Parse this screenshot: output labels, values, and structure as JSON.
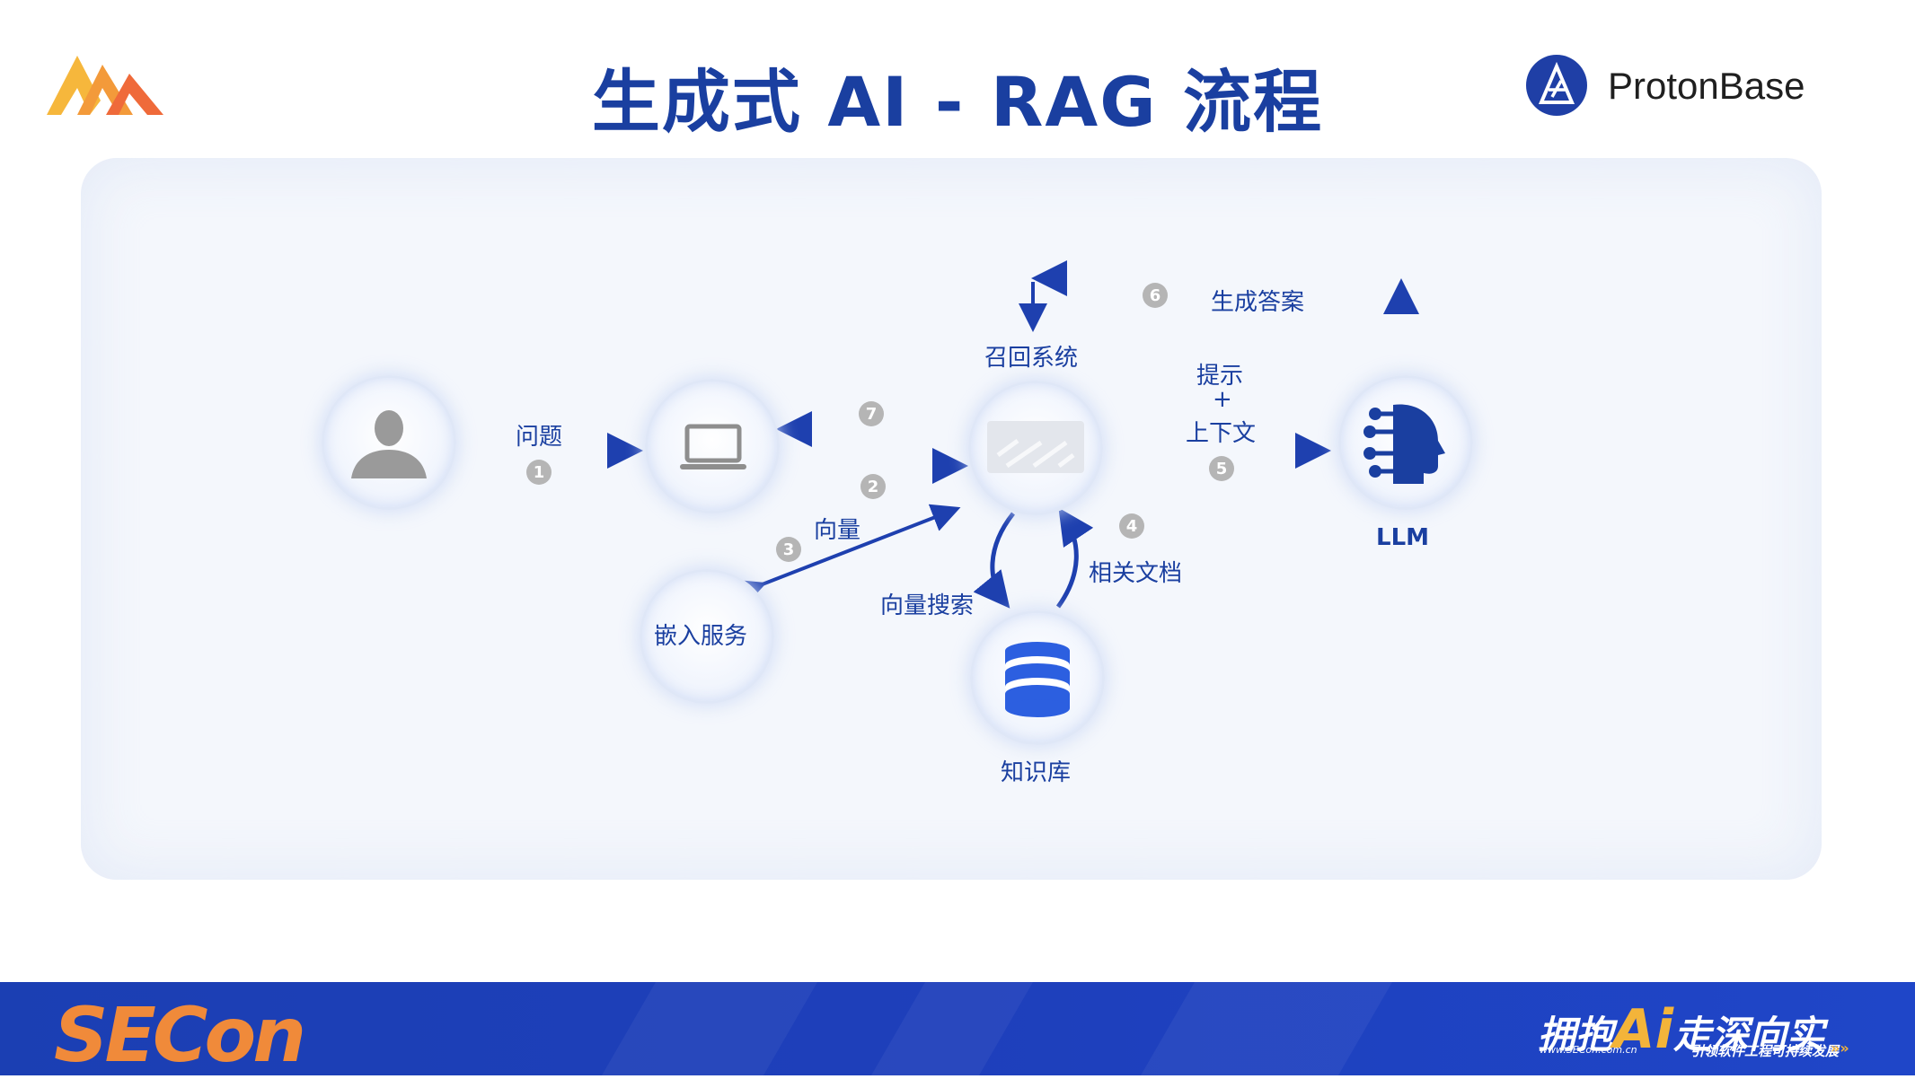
{
  "title": "生成式 AI - RAG 流程",
  "brand": {
    "name": "ProtonBase"
  },
  "footer": {
    "logo_text": "SECon",
    "slogan_left": "拥抱",
    "slogan_ai": "Ai",
    "slogan_right": "走深向实",
    "slogan_url": "www.SECon.com.cn",
    "slogan_sub": "引领软件工程可持续发展",
    "slogan_chevrons": "»»"
  },
  "nodes": {
    "user": {
      "icon": "user-icon"
    },
    "app": {
      "icon": "laptop-icon"
    },
    "retrieval": {
      "label": "召回系统",
      "icon": "retrieval-system-icon"
    },
    "llm": {
      "label": "LLM",
      "icon": "ai-head-icon"
    },
    "embedding": {
      "label": "嵌入服务"
    },
    "kb": {
      "label": "知识库",
      "icon": "database-icon"
    }
  },
  "edges": {
    "question": "问题",
    "vector": "向量",
    "vector_search": "向量搜索",
    "related_docs": "相关文档",
    "prompt_line1": "提示",
    "prompt_line2": "+",
    "prompt_line3": "上下文",
    "generate_answer": "生成答案"
  },
  "steps": [
    "1",
    "2",
    "3",
    "4",
    "5",
    "6",
    "7"
  ],
  "colors": {
    "accent": "#1a3fa0",
    "arrow": "#1e40af",
    "step_badge": "#b5b5b5",
    "footer": "#1e3fbb",
    "secon_orange": "#f08a3a"
  }
}
